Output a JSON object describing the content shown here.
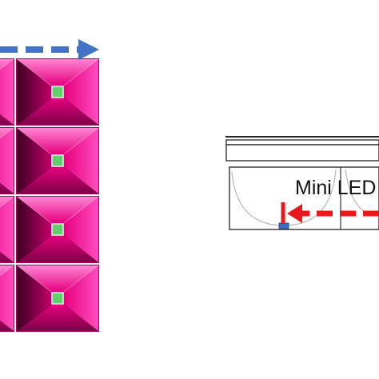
{
  "diagram": {
    "left_panel": {
      "description_icon": "pink-pyramid-reflector-cell-grid",
      "columns_visible": 2,
      "rows_visible": 4,
      "cell_color": "#e6007e",
      "cell_highlight": "#ff5cc8",
      "cell_shadow": "#5a0030",
      "led_chip_color": "#5ecf6a",
      "arrow_color": "#4472c4",
      "arrow_direction": "right"
    },
    "right_panel": {
      "label": "Mini LED",
      "arrow_color": "#e8191b",
      "arrow_direction": "left",
      "led_marker_color": "#3a6fc0"
    }
  }
}
